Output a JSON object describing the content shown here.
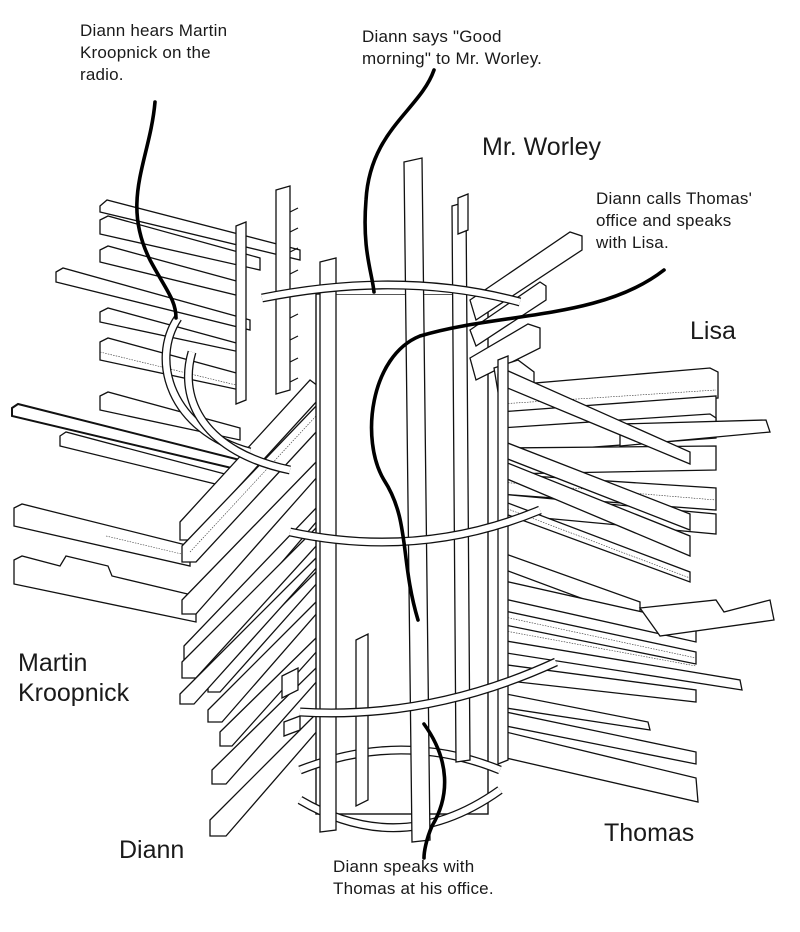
{
  "figure": {
    "type": "3D schematic of interwoven personal timelines",
    "people": [
      {
        "id": "mr-worley",
        "label": "Mr. Worley"
      },
      {
        "id": "lisa",
        "label": "Lisa"
      },
      {
        "id": "martin-kroopnick",
        "label_lines": [
          "Martin",
          "Kroopnick"
        ]
      },
      {
        "id": "diann",
        "label": "Diann"
      },
      {
        "id": "thomas",
        "label": "Thomas"
      }
    ],
    "annotations": [
      {
        "id": "radio",
        "lines": [
          "Diann hears Martin",
          "Kroopnick on the",
          "radio."
        ]
      },
      {
        "id": "good-morning",
        "lines": [
          "Diann says \"Good",
          "morning\" to Mr. Worley."
        ]
      },
      {
        "id": "phone-call",
        "lines": [
          "Diann calls Thomas'",
          "office and speaks",
          "with Lisa."
        ]
      },
      {
        "id": "office-visit",
        "lines": [
          "Diann speaks with",
          "Thomas at his office."
        ]
      }
    ],
    "colors": {
      "ink": "#111111",
      "paper": "#ffffff"
    }
  }
}
